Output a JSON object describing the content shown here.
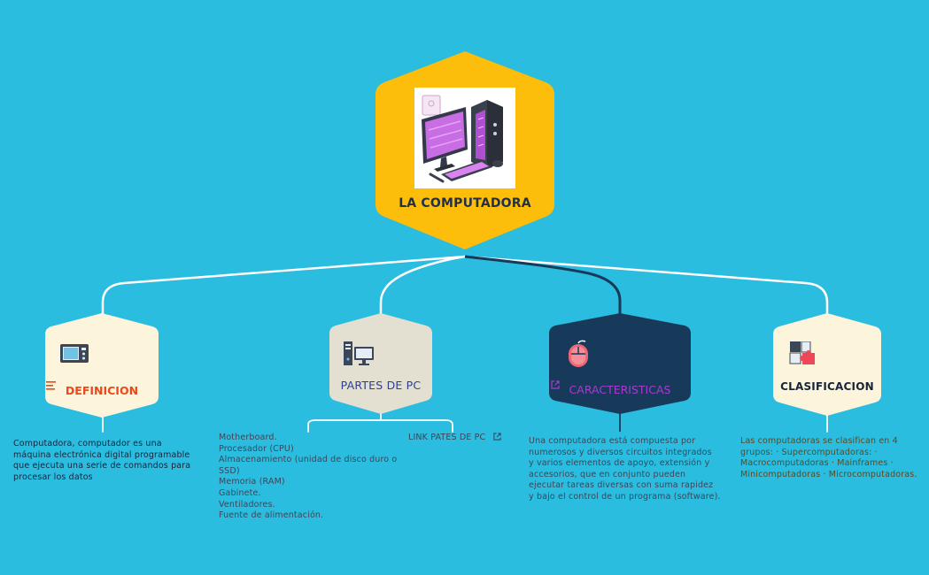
{
  "colors": {
    "background": "#2abde0",
    "central": "#fdbd0b",
    "cream": "#fcf5dc",
    "grey": "#e3e0d2",
    "navy": "#17395a",
    "definicion": "#f0461a",
    "partes": "#2d3f8f",
    "caracteristicas": "#a73bd0",
    "clasificacion": "#17243a"
  },
  "central": {
    "title": "LA COMPUTADORA",
    "image": "computer-illustration"
  },
  "nodes": {
    "definicion": {
      "title": "DEFINICION",
      "icon": "microwave-icon",
      "badge": "notes-icon",
      "text": [
        "Computadora, computador es una",
        "máquina electrónica digital programable",
        "que ejecuta una serie de comandos para",
        "procesar los datos"
      ]
    },
    "partes": {
      "title": "PARTES DE PC",
      "icon": "desktop-computer-icon",
      "list": [
        "Motherboard.",
        "Procesador (CPU)",
        "Almacenamiento (unidad de disco duro o",
        "SSD)",
        "Memoria (RAM)",
        "Gabinete.",
        "Ventiladores.",
        "Fuente de alimentación."
      ],
      "link": "LINK PATES DE PC",
      "link_icon": "external-link-icon"
    },
    "caracteristicas": {
      "title": "CARACTERISTICAS",
      "icon": "mouse-icon",
      "link_icon": "external-link-icon",
      "text": [
        "Una computadora está compuesta por",
        "numerosos y diversos circuitos integrados",
        "y varios elementos de apoyo, extensión y",
        "accesorios, que en conjunto pueden",
        "ejecutar tareas diversas con suma rapidez",
        "y bajo el control de un programa (software)."
      ]
    },
    "clasificacion": {
      "title": "CLASIFICACION",
      "icon": "puzzle-icon",
      "text": [
        "Las computadoras se clasifican en 4",
        "grupos: · Supercomputadoras: ·",
        "Macrocomputadoras · Mainframes ·",
        "Minicomputadoras · Microcomputadoras."
      ]
    }
  }
}
